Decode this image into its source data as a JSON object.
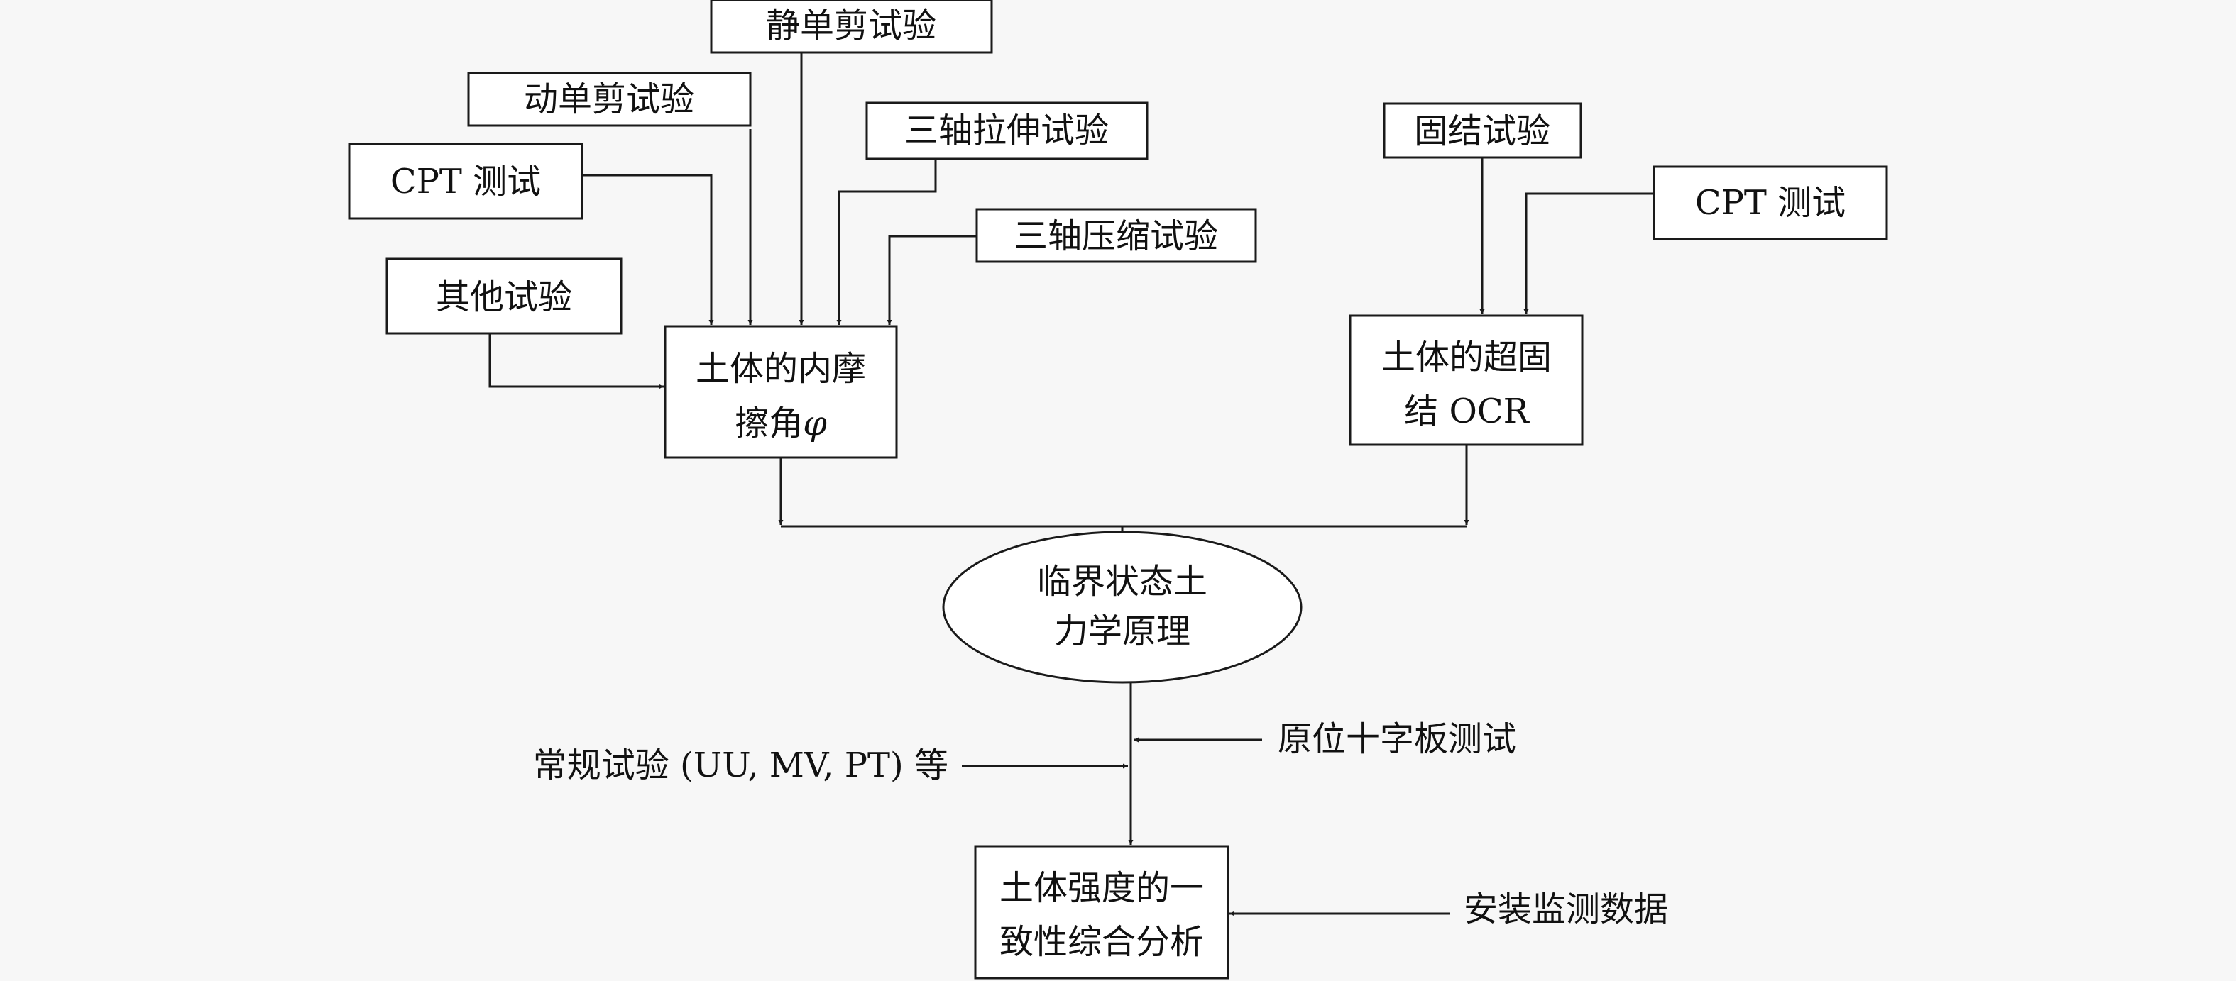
{
  "colors": {
    "background": "#f7f7f7",
    "line": "#1a1a1a",
    "box_fill": "#ffffff"
  },
  "tests_phi": {
    "static_simple_shear": "静单剪试验",
    "dynamic_simple_shear": "动单剪试验",
    "triaxial_extension": "三轴拉伸试验",
    "cpt": "CPT 测试",
    "triaxial_compression": "三轴压缩试验",
    "other": "其他试验"
  },
  "tests_ocr": {
    "consolidation": "固结试验",
    "cpt": "CPT 测试"
  },
  "friction_angle": {
    "line1": "土体的内摩",
    "line2": "擦角",
    "symbol": "φ"
  },
  "ocr_box": {
    "line1": "土体的超固",
    "line2": "结 OCR"
  },
  "principle": {
    "line1": "临界状态土",
    "line2": "力学原理"
  },
  "inputs": {
    "conventional": "常规试验 (UU, MV, PT) 等",
    "vane_test": "原位十字板测试",
    "monitoring": "安装监测数据"
  },
  "result": {
    "line1": "土体强度的一",
    "line2": "致性综合分析"
  }
}
